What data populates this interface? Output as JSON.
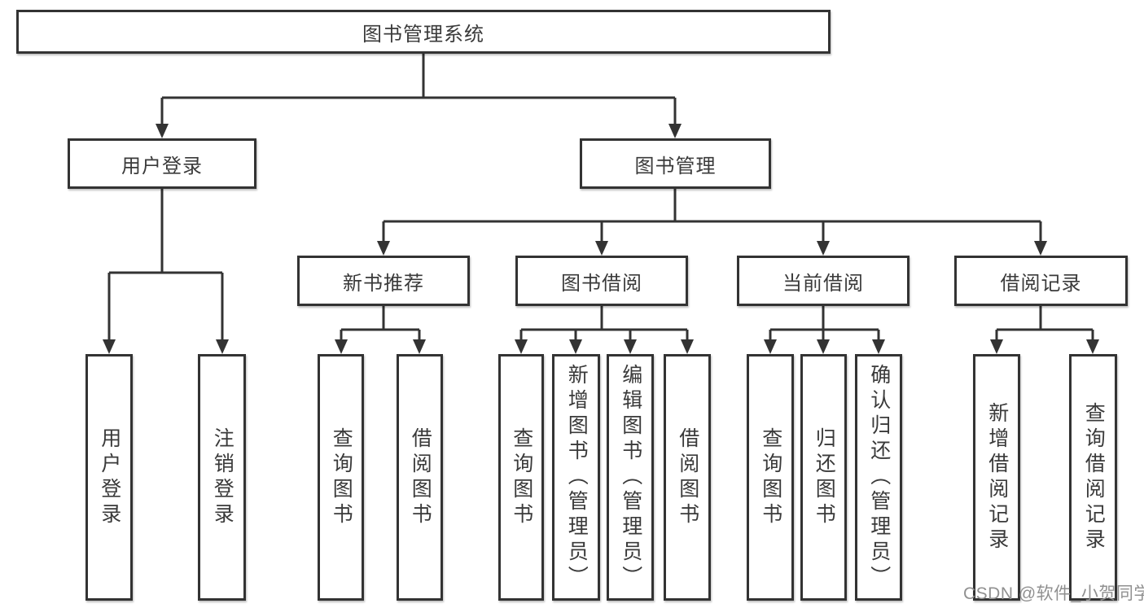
{
  "colors": {
    "line": "#333333",
    "box_border": "#333333",
    "text": "#3a3a3a",
    "background": "#ffffff",
    "watermark": "#909090"
  },
  "watermark": {
    "text": "CSDN @软件_小贺同学"
  },
  "tree": {
    "root": {
      "label": "图书管理系统",
      "children": [
        {
          "label": "用户登录",
          "children": [
            {
              "label": "用户登录"
            },
            {
              "label": "注销登录"
            }
          ]
        },
        {
          "label": "图书管理",
          "children": [
            {
              "label": "新书推荐",
              "children": [
                {
                  "label": "查询图书"
                },
                {
                  "label": "借阅图书"
                }
              ]
            },
            {
              "label": "图书借阅",
              "children": [
                {
                  "label": "查询图书"
                },
                {
                  "label": "新增图书（管理员）"
                },
                {
                  "label": "编辑图书（管理员）"
                },
                {
                  "label": "借阅图书"
                }
              ]
            },
            {
              "label": "当前借阅",
              "children": [
                {
                  "label": "查询图书"
                },
                {
                  "label": "归还图书"
                },
                {
                  "label": "确认归还（管理员）"
                }
              ]
            },
            {
              "label": "借阅记录",
              "children": [
                {
                  "label": "新增借阅记录"
                },
                {
                  "label": "查询借阅记录"
                }
              ]
            }
          ]
        }
      ]
    }
  }
}
